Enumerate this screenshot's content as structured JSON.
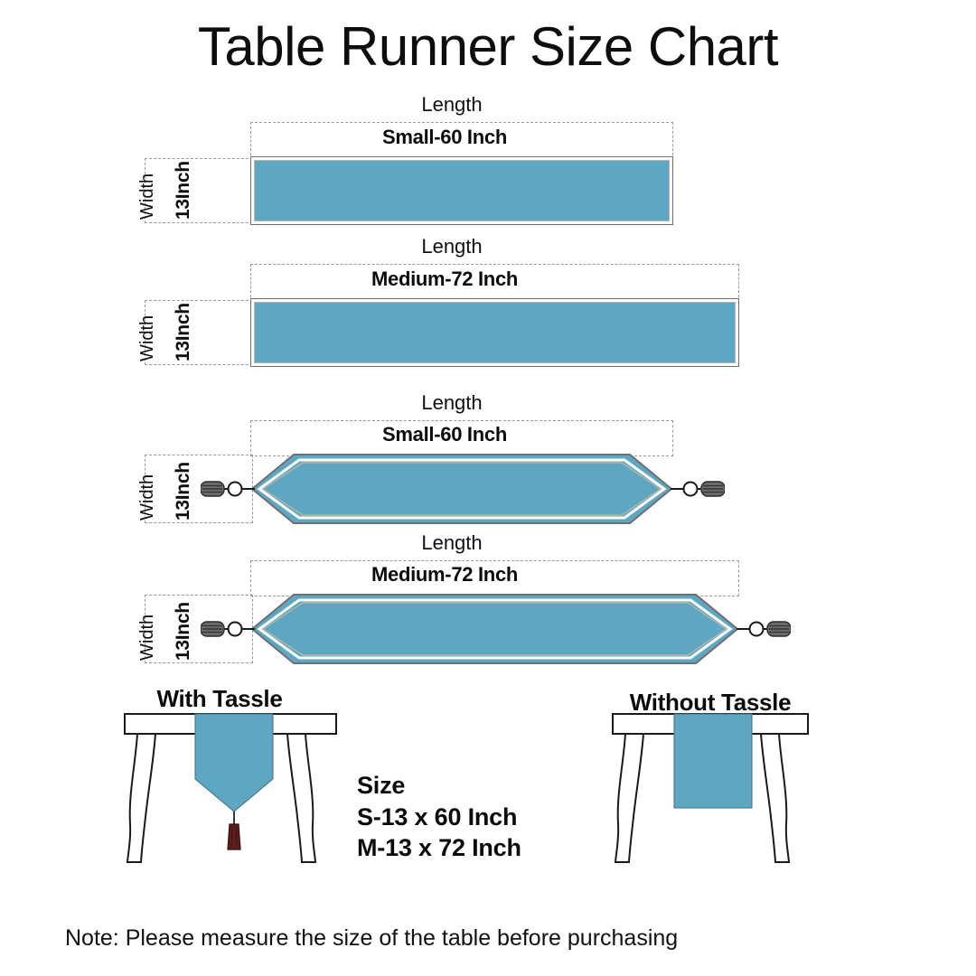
{
  "title": "Table Runner Size Chart",
  "labels": {
    "length": "Length",
    "width": "Width",
    "inch": "13Inch"
  },
  "colors": {
    "runner_blue": "#5da7c3",
    "runner_border": "#6f6f6f",
    "runner_piping": "#b9b2a6",
    "dashed_guide": "#9a9a9a",
    "tassel_gray": "#555555",
    "table_tassel_maroon": "#5e1f1b",
    "outline": "#1a1a1a",
    "text": "#101010"
  },
  "diagrams": [
    {
      "name": "small-straight",
      "length_label": "Length",
      "size_label": "Small-60 Inch",
      "width_label": "Width",
      "inch_label": "13Inch",
      "shape": "rectangle",
      "tassels": false
    },
    {
      "name": "medium-straight",
      "length_label": "Length",
      "size_label": "Medium-72 Inch",
      "width_label": "Width",
      "inch_label": "13Inch",
      "shape": "rectangle",
      "tassels": false
    },
    {
      "name": "small-pointed",
      "length_label": "Length",
      "size_label": "Small-60 Inch",
      "width_label": "Width",
      "inch_label": "13Inch",
      "shape": "pointed",
      "tassels": true
    },
    {
      "name": "medium-pointed",
      "length_label": "Length",
      "size_label": "Medium-72 Inch",
      "width_label": "Width",
      "inch_label": "13Inch",
      "shape": "pointed",
      "tassels": true
    }
  ],
  "tables": {
    "with_tassle": "With Tassle",
    "without_tassle": "Without Tassle"
  },
  "size_block": {
    "heading": "Size",
    "small": "S-13 x 60 Inch",
    "medium": "M-13 x 72 Inch"
  },
  "note": "Note:  Please measure the size of the table before purchasing"
}
